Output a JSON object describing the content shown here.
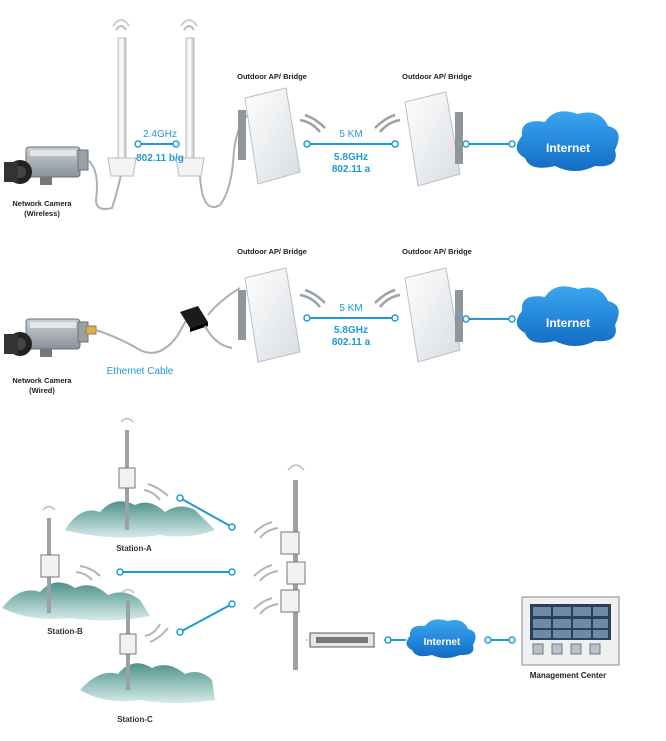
{
  "scene1": {
    "ap_left_label": "Outdoor AP/ Bridge",
    "ap_right_label": "Outdoor AP/ Bridge",
    "freq_top": "2.4GHz",
    "freq_bottom": "802.11 b/g",
    "distance": "5 KM",
    "link_freq": "5.8GHz",
    "link_std": "802.11 a",
    "cloud": "Internet",
    "camera_label_1": "Network Camera",
    "camera_label_2": "(Wireless)"
  },
  "scene2": {
    "ap_left_label": "Outdoor AP/ Bridge",
    "ap_right_label": "Outdoor AP/ Bridge",
    "distance": "5 KM",
    "link_freq": "5.8GHz",
    "link_std": "802.11 a",
    "cable": "Ethernet Cable",
    "cloud": "Internet",
    "camera_label_1": "Network Camera",
    "camera_label_2": "(Wired)"
  },
  "scene3": {
    "station_a": "Station-A",
    "station_b": "Station-B",
    "station_c": "Station-C",
    "cloud": "Internet",
    "management": "Management Center"
  },
  "colors": {
    "link_blue": "#1e9ad6",
    "cloud_blue": "#1e8fe0",
    "mountain": "#7fb9b3"
  }
}
